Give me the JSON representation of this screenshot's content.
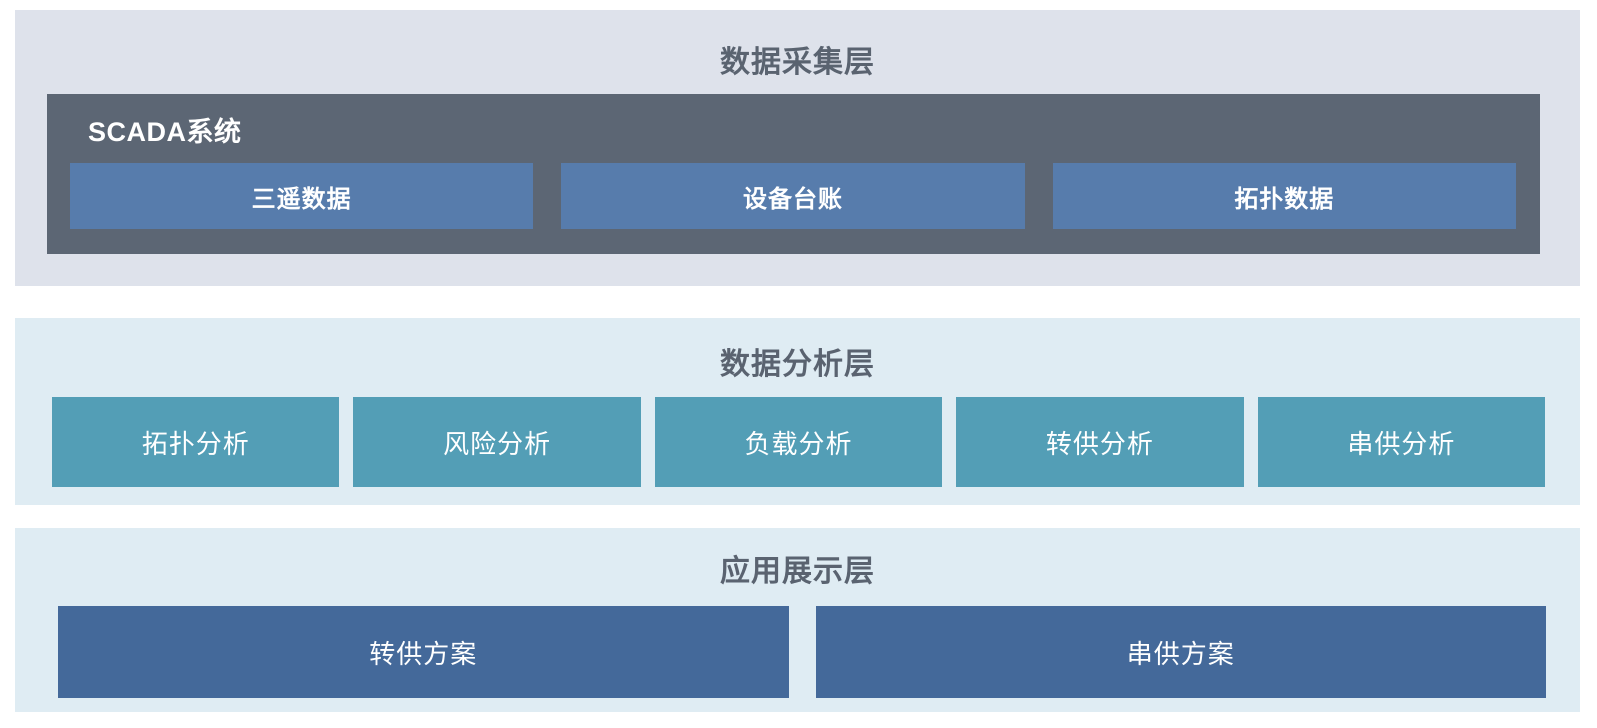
{
  "colors": {
    "page_background": "#ffffff",
    "collect_layer_background": "#dee2eb",
    "scada_box_background": "#5c6674",
    "scada_item_background": "#577cac",
    "analysis_layer_background": "#dfecf3",
    "analysis_item_background": "#539eb6",
    "application_layer_background": "#dfecf3",
    "application_item_background": "#44699a",
    "layer_title_text": "#5a6370",
    "item_text": "#ffffff"
  },
  "layers": {
    "collect": {
      "title": "数据采集层",
      "scada": {
        "label": "SCADA系统",
        "items": [
          "三遥数据",
          "设备台账",
          "拓扑数据"
        ]
      }
    },
    "analysis": {
      "title": "数据分析层",
      "items": [
        "拓扑分析",
        "风险分析",
        "负载分析",
        "转供分析",
        "串供分析"
      ]
    },
    "application": {
      "title": "应用展示层",
      "items": [
        "转供方案",
        "串供方案"
      ]
    }
  }
}
